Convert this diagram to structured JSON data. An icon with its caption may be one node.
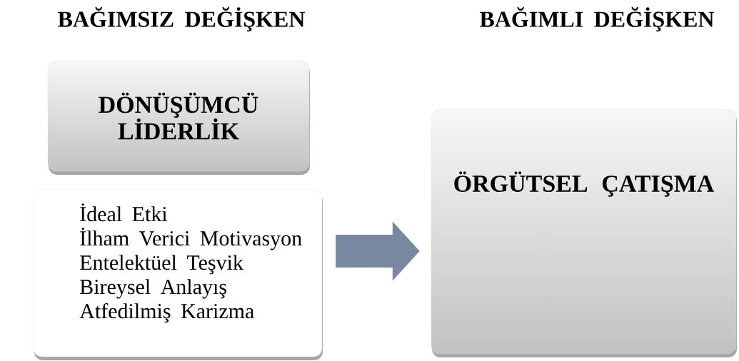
{
  "diagram": {
    "nodes": [
      {
        "text": [
          "DÖNÜŞÜMCÜ LİDERLİK"
        ]
      },
      {
        "text": [
          "İdeal Etki",
          "İlham Verici Motivasyon",
          "Entelektüel Teşvik",
          "Bireysel Anlayış",
          "Atfedilmiş Karizma"
        ]
      },
      {
        "text": [
          "ÖRGÜTSEL ÇATIŞMA"
        ]
      }
    ],
    "edges": [
      {
        "from": 1,
        "to": 2,
        "arrow": "to"
      }
    ],
    "labels": [
      "BAĞIMSIZ DEĞİŞKEN",
      "BAĞIMLI DEĞİŞKEN"
    ]
  }
}
